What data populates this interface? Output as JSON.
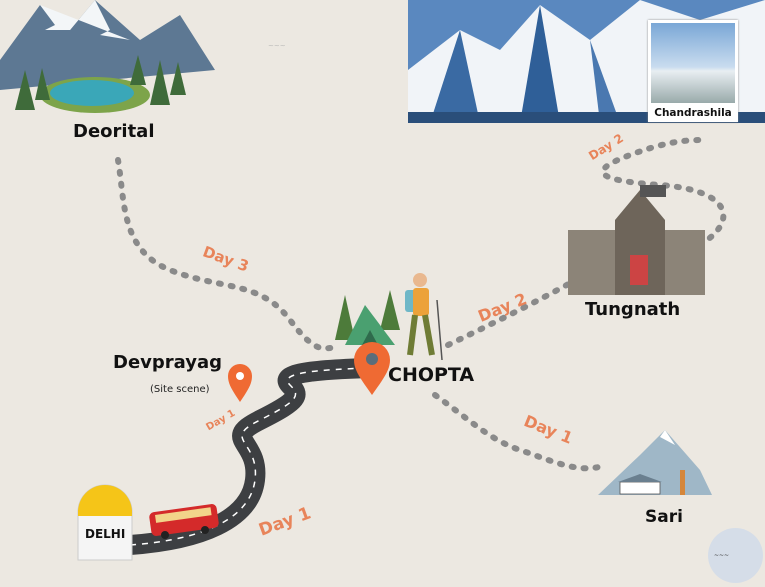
{
  "places": {
    "deorital": "Deorital",
    "chandrashila": "Chandrashila",
    "tungnath": "Tungnath",
    "devprayag": "Devprayag",
    "devprayag_note": "(Site scene)",
    "chopta": "CHOPTA",
    "sari": "Sari",
    "delhi": "DELHI"
  },
  "routes": {
    "delhi_devprayag": "Day 1",
    "devprayag_chopta": "Day 1",
    "chopta_sari": "Day 1",
    "chopta_tungnath": "Day 2",
    "tungnath_chandrashila": "Day 2",
    "deorital_chopta": "Day 3"
  },
  "colors": {
    "background": "#ece8e1",
    "accent": "#e8845a",
    "pin": "#ef6a33",
    "road": "#3d3f42",
    "footprints": "#8a8a8a"
  },
  "logo": "logo watermark"
}
